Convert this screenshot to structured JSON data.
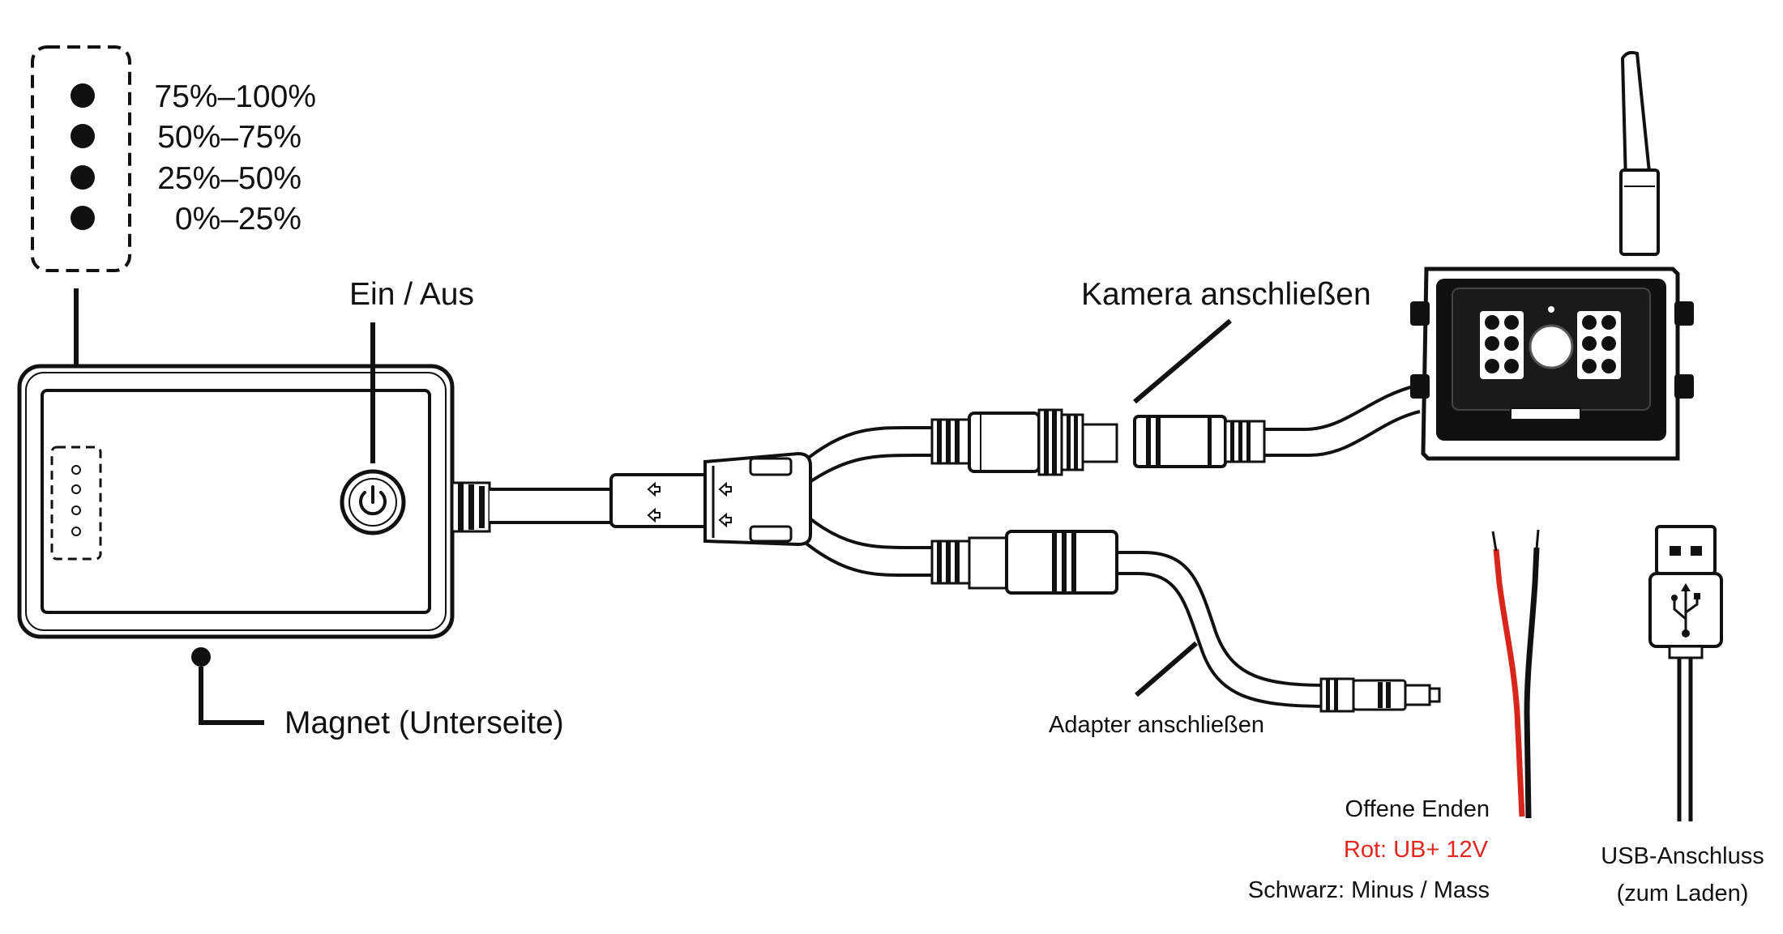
{
  "legend": {
    "levels": [
      "75%–100%",
      "50%–75%",
      "25%–50%",
      "0%–25%"
    ]
  },
  "labels": {
    "power": "Ein / Aus",
    "magnet": "Magnet (Unterseite)",
    "camera_connect": "Kamera anschließen",
    "adapter_connect": "Adapter anschließen",
    "open_ends_title": "Offene Enden",
    "open_ends_red": "Rot: UB+ 12V",
    "open_ends_black": "Schwarz: Minus / Mass",
    "usb_line1": "USB-Anschluss",
    "usb_line2": "(zum Laden)"
  },
  "colors": {
    "ink": "#111111",
    "red_wire": "#d8261c",
    "red_text": "#e0281e"
  },
  "icons": [
    "power-icon",
    "usb-icon",
    "arrow-icon"
  ]
}
